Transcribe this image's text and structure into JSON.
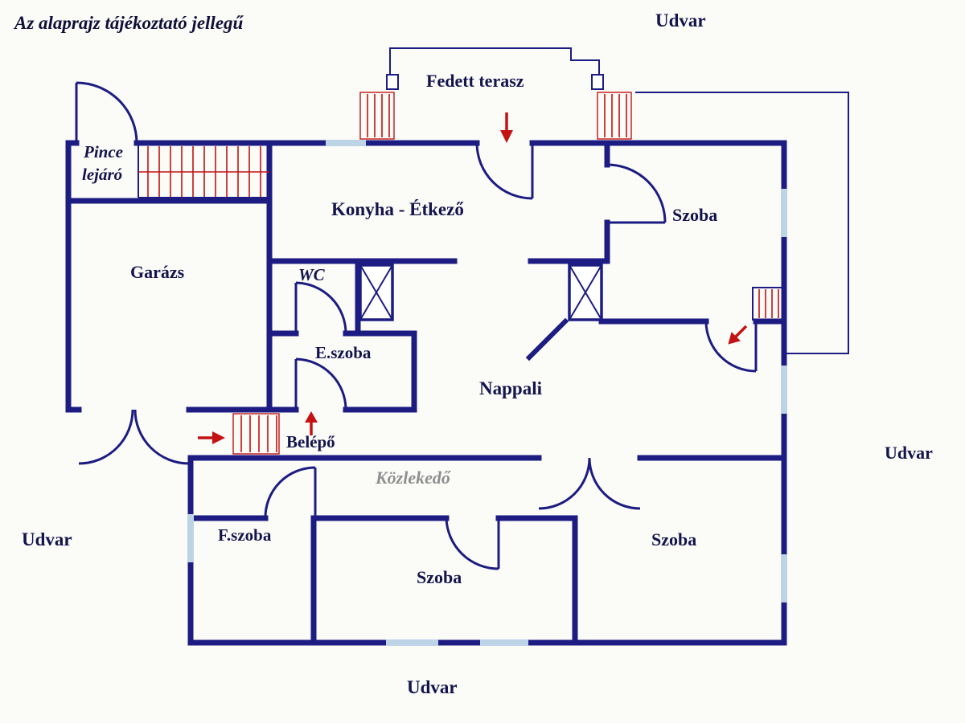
{
  "title": "Az alaprajz tájékoztató jellegű",
  "colors": {
    "wall": "#1c1c82",
    "accent_red": "#c41212",
    "window": "#bdd3e6",
    "label": "#14144d",
    "muted_label": "#8f8f8f",
    "background": "#fbfbf8"
  },
  "labels": {
    "udvar_top": "Udvar",
    "udvar_right": "Udvar",
    "udvar_left": "Udvar",
    "udvar_bottom": "Udvar",
    "terrace": "Fedett terasz",
    "pince_line1": "Pince",
    "pince_line2": "lejáró",
    "kitchen": "Konyha - Étkező",
    "room_top_right": "Szoba",
    "garage": "Garázs",
    "wc": "WC",
    "e_room": "E.szoba",
    "living": "Nappali",
    "entry": "Belépő",
    "hall": "Közlekedő",
    "f_room": "F.szoba",
    "room_bottom_center": "Szoba",
    "room_bottom_right": "Szoba"
  }
}
